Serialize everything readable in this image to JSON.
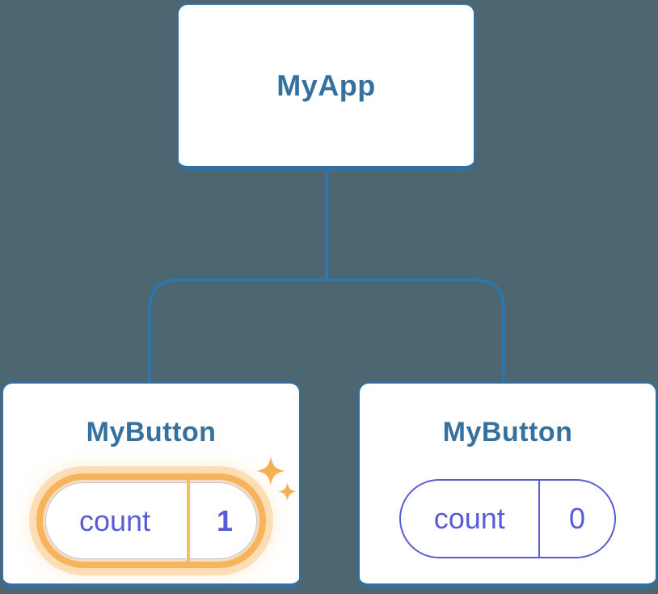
{
  "diagram": {
    "type": "component-tree",
    "nodes": {
      "root": {
        "label": "MyApp"
      },
      "left_child": {
        "label": "MyButton",
        "state": {
          "key": "count",
          "value": "1"
        },
        "highlighted": true
      },
      "right_child": {
        "label": "MyButton",
        "state": {
          "key": "count",
          "value": "0"
        },
        "highlighted": false
      }
    }
  },
  "icons": {
    "sparkle": "four-point-star"
  },
  "colors": {
    "background": "#4C6772",
    "card_bg": "#FFFFFF",
    "card_border": "#34709F",
    "connector": "#2B77AF",
    "title_text": "#35719E",
    "state_indigo": "#585CD5",
    "highlight_orange": "#F8B45C",
    "highlight_divider": "#F8BC68",
    "sparkle": "#F5B04E"
  }
}
